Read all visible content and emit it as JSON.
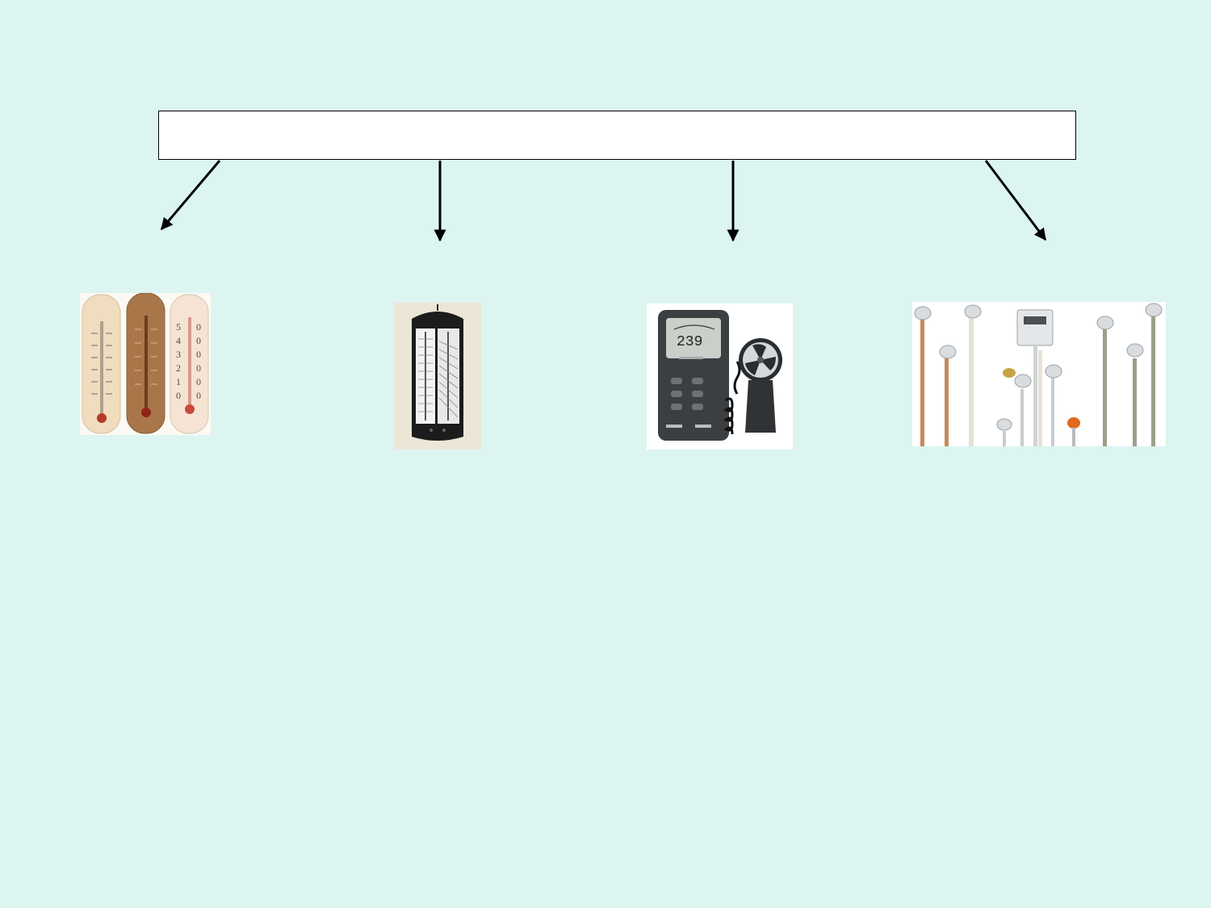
{
  "title_box": {
    "text": ""
  },
  "images": [
    {
      "name": "wall-thermometers-photo",
      "subject": "three wall thermometers"
    },
    {
      "name": "hygrometer-photo",
      "subject": "psychrometer hygrometer"
    },
    {
      "name": "anemometer-photo",
      "subject": "digital anemometer",
      "display_value": "239"
    },
    {
      "name": "temperature-probes-photo",
      "subject": "industrial temperature sensors"
    }
  ],
  "colors": {
    "background": "#dcf5f1",
    "box": "#ffffff",
    "stroke": "#000000"
  }
}
